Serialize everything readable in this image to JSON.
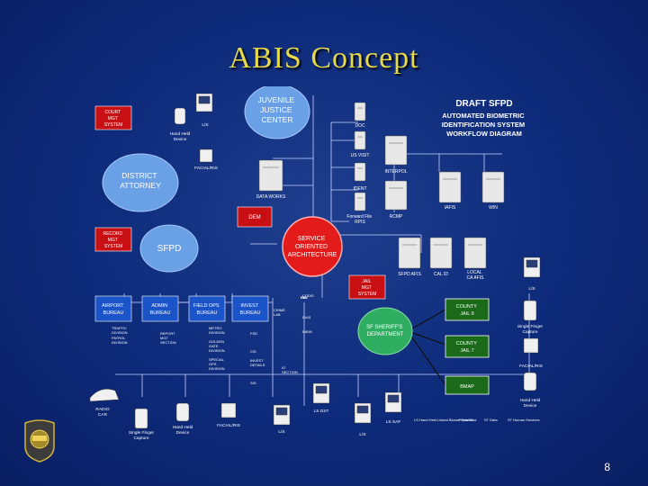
{
  "page": {
    "title": "ABIS Concept",
    "page_number": "8"
  },
  "diagram_title": [
    "DRAFT SFPD",
    "AUTOMATED BIOMETRIC",
    "IDENTIFICATION SYSTEM",
    "WORKFLOW DIAGRAM"
  ],
  "colors": {
    "title": "#e6d94a",
    "box_red": "#c80f14",
    "box_blue": "#1b54c8",
    "box_green": "#1a6a1a",
    "cloud_blue": "#6aa0e6",
    "cloud_green": "#2fae62",
    "soa_red": "#e31b1b",
    "line": "#c8d2ff"
  },
  "clouds": {
    "juvenile": [
      "JUVENILE",
      "JUSTICE",
      "CENTER"
    ],
    "district": [
      "DISTRICT",
      "ATTORNEY"
    ],
    "sfpd": [
      "SFPD"
    ],
    "sheriff": [
      "SF SHERIFF'S",
      "DEPARTMENT"
    ]
  },
  "soa": [
    "SERVICE",
    "ORIENTED",
    "ARCHITECTURE"
  ],
  "red_boxes": {
    "court": [
      "COURT",
      "MGT",
      "SYSTEM"
    ],
    "dem": [
      "DEM"
    ],
    "record": [
      "RECORD",
      "MGT",
      "SYSTEM"
    ],
    "jail": [
      "JAIL",
      "MGT",
      "SYSTEM"
    ]
  },
  "blue_boxes": {
    "airport": [
      "AIRPORT",
      "BUREAU"
    ],
    "admin": [
      "ADMIN",
      "BUREAU"
    ],
    "field": [
      "FIELD OPS",
      "BUREAU"
    ],
    "invest": [
      "INVEST",
      "BUREAU"
    ]
  },
  "green_boxes": {
    "cj9": [
      "COUNTY",
      "JAIL 9"
    ],
    "cj7": [
      "COUNTY",
      "JAIL 7"
    ],
    "bmap": [
      "BMAP"
    ]
  },
  "servers": {
    "doc": "DOC",
    "usvisit": "US VISIT",
    "interpol": "INTERPOL",
    "ident": "IDENT",
    "rcmp": "RCMP",
    "iafis": "IAFIS",
    "win": "WIN",
    "dataworks": "DATA WORKS",
    "sfpdafis": "SFPD AFIS",
    "calid": "CAL ID",
    "local": [
      "LOCAL",
      "CA AFIS"
    ],
    "forward": [
      "Forward File",
      "RPIS"
    ]
  },
  "devices": {
    "ls_top": "L/S",
    "handheld_top": [
      "Hand Held",
      "Device"
    ],
    "facialris_top": "FACIAL/RIS",
    "ls_right": "L/S",
    "single_right": [
      "Single Finger",
      "Capture"
    ],
    "facialris_right": "FACIAL/RIS",
    "handheld_right": [
      "Hand Held",
      "Device"
    ],
    "radio": [
      "RADIO",
      "CAR"
    ],
    "single_bottom": [
      "Single Finger",
      "Capture"
    ],
    "handheld_bottom": [
      "Hand Held",
      "Device"
    ],
    "facialris_bottom": "FACIAL/RIS",
    "ls_b1": "L/S",
    "lsdst": "LS DST",
    "ls_b2": "L/S",
    "lssaf": "LS SAF"
  },
  "sub_labels": {
    "airport_sub": [
      "TRAFFIC",
      "DIVISION",
      "PATROL",
      "DIVISION"
    ],
    "admin_sub": [
      "REPORT",
      "MGT",
      "SECTION"
    ],
    "field_sub": [
      "METRO",
      "DIVISION",
      "GOLDEN",
      "GATE",
      "DIVISION",
      "SPECIAL",
      "OPS",
      "DIVISION"
    ],
    "invest_sub": [
      "FSD",
      "CIS",
      "INVEST",
      "DETAILS",
      "SID"
    ],
    "left_col": [
      "FSD",
      "OIS",
      "CIS"
    ],
    "mid_col": [
      "DIAS",
      "CODIS",
      "NIBIN",
      "IO",
      "SECTION"
    ],
    "crime_lab": [
      "CRIME",
      "LAB"
    ],
    "bottom_cols": [
      "LS Hand Held",
      "Linked Biomet Control",
      "Prints Raw",
      "ST Data",
      "ST Human Services"
    ]
  },
  "chart_data": null
}
